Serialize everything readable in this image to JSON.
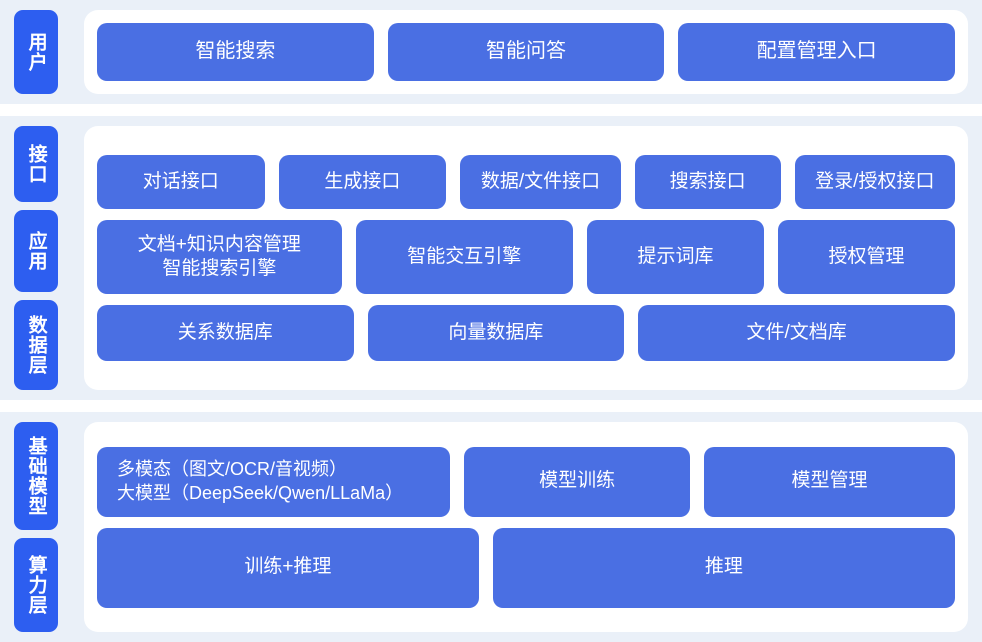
{
  "colors": {
    "page_background": "#ffffff",
    "band_background": "#eaf0f8",
    "card_background": "#ffffff",
    "side_tab_blue": "#2d5ef0",
    "box_blue": "#4a6fe3",
    "box_text": "#ffffff"
  },
  "sections": {
    "user": {
      "side_labels": [
        "用户"
      ],
      "boxes": [
        "智能搜索",
        "智能问答",
        "配置管理入口"
      ]
    },
    "middle": {
      "side_labels": [
        "接口",
        "应用",
        "数据层"
      ],
      "interface_row": [
        "对话接口",
        "生成接口",
        "数据/文件接口",
        "搜索接口",
        "登录/授权接口"
      ],
      "application_row": [
        "文档+知识内容管理\n智能搜索引擎",
        "智能交互引擎",
        "提示词库",
        "授权管理"
      ],
      "data_row": [
        "关系数据库",
        "向量数据库",
        "文件/文档库"
      ]
    },
    "infrastructure": {
      "side_labels": [
        "基础模型",
        "算力层"
      ],
      "model_row": [
        "多模态（图文/OCR/音视频）\n大模型（DeepSeek/Qwen/LLaMa）",
        "模型训练",
        "模型管理"
      ],
      "compute_row": [
        "训练+推理",
        "推理"
      ]
    }
  }
}
